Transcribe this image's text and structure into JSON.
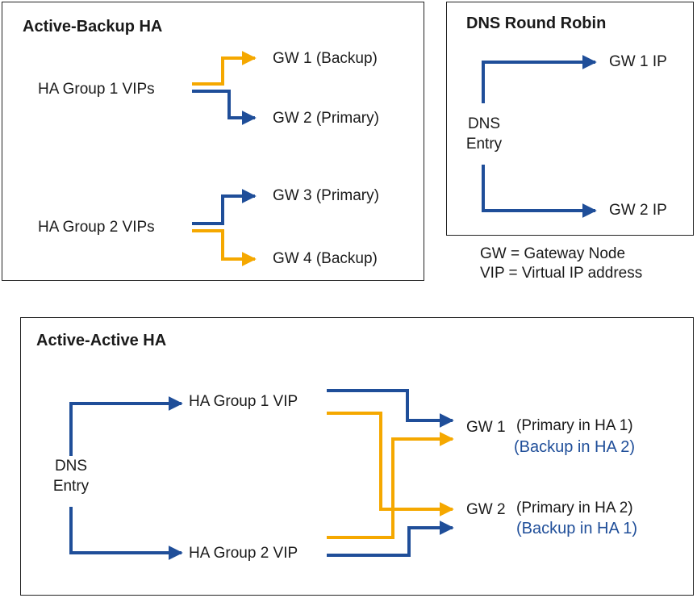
{
  "colors": {
    "primary": "#1f4e99",
    "backup": "#f5a800",
    "frame": "#222222",
    "note": "#1f4e99"
  },
  "active_backup": {
    "title": "Active-Backup HA",
    "group1": {
      "label": "HA Group 1 VIPs",
      "gw_a": "GW 1 (Backup)",
      "gw_b": "GW 2 (Primary)"
    },
    "group2": {
      "label": "HA Group 2 VIPs",
      "gw_a": "GW 3 (Primary)",
      "gw_b": "GW 4 (Backup)"
    }
  },
  "dns_rr": {
    "title": "DNS Round Robin",
    "entry_line1": "DNS",
    "entry_line2": "Entry",
    "gw1": "GW 1 IP",
    "gw2": "GW 2 IP"
  },
  "legend": {
    "line1": "GW = Gateway Node",
    "line2": "VIP = Virtual IP address"
  },
  "active_active": {
    "title": "Active-Active HA",
    "entry_line1": "DNS",
    "entry_line2": "Entry",
    "vip1": "HA Group 1 VIP",
    "vip2": "HA Group 2 VIP",
    "gw1": "GW 1",
    "gw1_primary": "(Primary in HA 1)",
    "gw1_backup": "(Backup in HA 2)",
    "gw2": "GW 2",
    "gw2_primary": "(Primary in HA 2)",
    "gw2_backup": "(Backup in HA 1)"
  }
}
